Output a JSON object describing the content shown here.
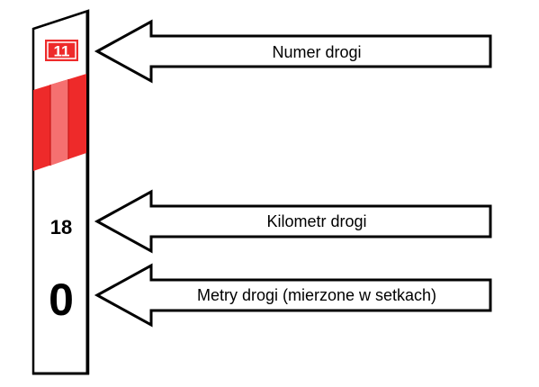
{
  "post": {
    "road_number": "11",
    "kilometer": "18",
    "hundreds_of_meters": "0"
  },
  "labels": {
    "road_number_label": "Numer drogi",
    "kilometer_label": "Kilometr drogi",
    "meters_label": "Metry drogi (mierzone w setkach)"
  },
  "colors": {
    "red": "#ee2a2a",
    "light_red": "#f57070",
    "outline": "#000000",
    "white": "#ffffff"
  }
}
